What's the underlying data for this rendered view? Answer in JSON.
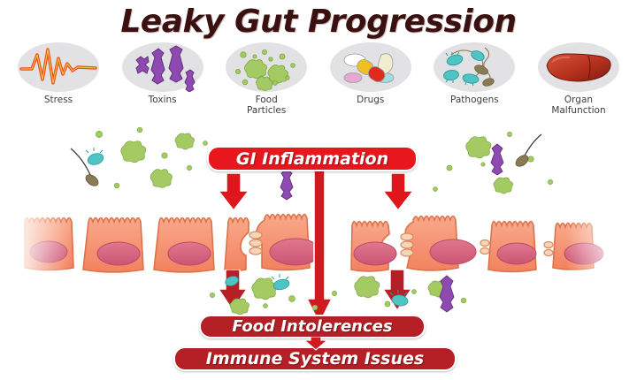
{
  "title": "Leaky Gut Progression",
  "causes": [
    {
      "id": "stress",
      "label": "Stress",
      "icon": "ekg-line-icon",
      "color": "#f04a18"
    },
    {
      "id": "toxins",
      "label": "Toxins",
      "icon": "toxin-molecule-icon",
      "color": "#7d3fa0"
    },
    {
      "id": "food-particles",
      "label": "Food\nParticles",
      "icon": "food-particle-icon",
      "color": "#8fbf4a"
    },
    {
      "id": "drugs",
      "label": "Drugs",
      "icon": "pills-capsule-icon",
      "color": "#e8bb2a"
    },
    {
      "id": "pathogens",
      "label": "Pathogens",
      "icon": "bacteria-icon",
      "color": "#4fc4c4"
    },
    {
      "id": "organ-malfunction",
      "label": "Organ\nMalfunction",
      "icon": "liver-organ-icon",
      "color": "#b33a22"
    }
  ],
  "stages": {
    "inflammation": "GI Inflammation",
    "food_intolerances": "Food Intolerences",
    "immune_issues": "Immune System Issues"
  },
  "colors": {
    "title": "#3a1010",
    "banner_primary": "#e8161d",
    "banner_secondary": "#b42025",
    "arrow_bright": "#e8161d",
    "arrow_dark": "#b42025",
    "cell_body": "#f59070",
    "cell_nucleus": "#d4647f",
    "cell_outline": "#e07a55",
    "disc_background": "#e2e2e4",
    "background": "#ffffff"
  },
  "epithelium": {
    "label": "intestinal-epithelial-cell-layer",
    "cell_count": 8,
    "junction_label": "tight-junction",
    "leaky_gap_positions": [
      265,
      450
    ]
  },
  "chart_data": {
    "type": "diagram",
    "title": "Leaky Gut Progression",
    "flow": [
      {
        "from": "Stress",
        "to": "GI Inflammation"
      },
      {
        "from": "Toxins",
        "to": "GI Inflammation"
      },
      {
        "from": "Food Particles",
        "to": "GI Inflammation"
      },
      {
        "from": "Drugs",
        "to": "GI Inflammation"
      },
      {
        "from": "Pathogens",
        "to": "GI Inflammation"
      },
      {
        "from": "Organ Malfunction",
        "to": "GI Inflammation"
      },
      {
        "from": "GI Inflammation",
        "to": "Food Intolerences"
      },
      {
        "from": "Food Intolerences",
        "to": "Immune System Issues"
      }
    ],
    "stages_ordered": [
      "GI Inflammation",
      "Food Intolerences",
      "Immune System Issues"
    ],
    "causes_ordered": [
      "Stress",
      "Toxins",
      "Food Particles",
      "Drugs",
      "Pathogens",
      "Organ Malfunction"
    ]
  }
}
